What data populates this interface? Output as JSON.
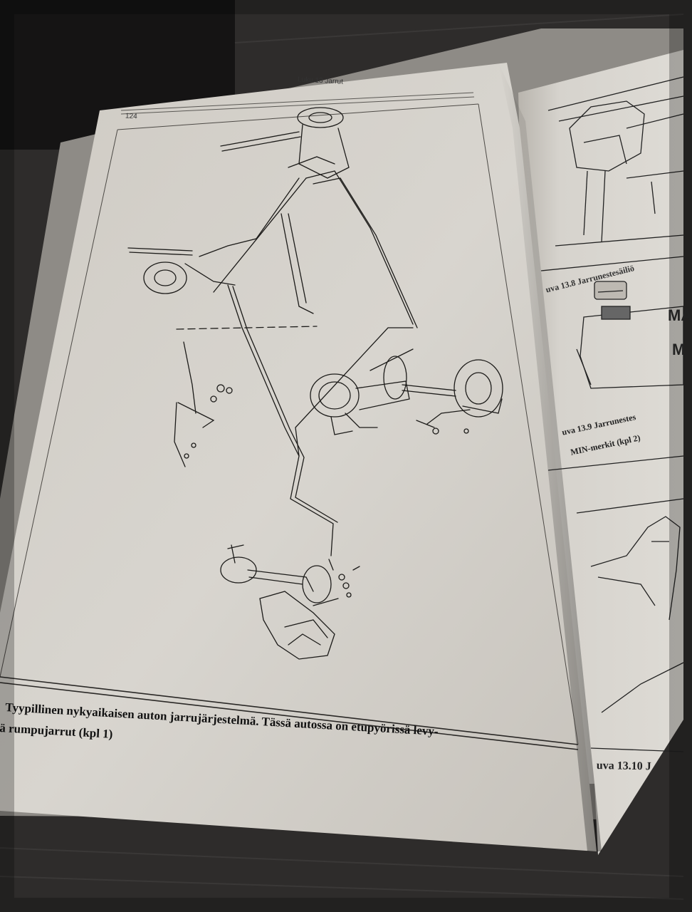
{
  "left_page": {
    "running_head": "Luku 13 Jarrut",
    "page_number": "124",
    "caption_line1": "Tyypillinen nykyaikaisen auton jarrujärjestelmä. Tässä autossa on etupyörissä levy-",
    "caption_line2": "ä rumpujarrut (kpl 1)"
  },
  "right_page": {
    "caption_13_8": "uva 13.8 Jarrunestesäiliö",
    "caption_13_9_line1": "uva 13.9 Jarrunestes",
    "caption_13_9_line2": "MIN-merkit (kpl 2)",
    "caption_13_10": "uva 13.10 J",
    "reservoir_mark_max": "MA",
    "reservoir_mark_min": "M"
  },
  "colors": {
    "table": "#2e2c2b",
    "paper": "#d4d1cb",
    "ink": "#1a1a1a"
  }
}
